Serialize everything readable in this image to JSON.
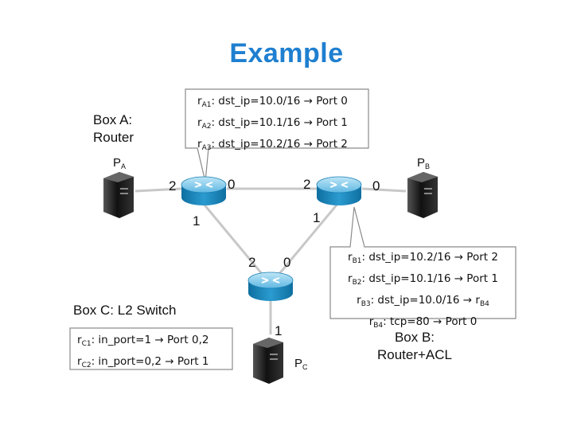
{
  "title": "Example",
  "box_a": {
    "line1": "Box A:",
    "line2": "Router"
  },
  "box_b": {
    "line1": "Box B:",
    "line2": "Router+ACL"
  },
  "box_c": {
    "label": "Box C: L2 Switch"
  },
  "hosts": {
    "pa": {
      "letter": "P",
      "sub": "A"
    },
    "pb": {
      "letter": "P",
      "sub": "B"
    },
    "pc": {
      "letter": "P",
      "sub": "C"
    }
  },
  "ports": {
    "a_left": "2",
    "a_right": "0",
    "a_bottom": "1",
    "b_left": "2",
    "b_right": "0",
    "b_bottom": "1",
    "c_left": "2",
    "c_right": "0",
    "c_bottom": "1"
  },
  "rules_a": [
    {
      "r": "r",
      "sub": "A1",
      "text": ": dst_ip=10.0/16 → Port 0"
    },
    {
      "r": "r",
      "sub": "A2",
      "text": ": dst_ip=10.1/16 → Port 1"
    },
    {
      "r": "r",
      "sub": "A3",
      "text": ": dst_ip=10.2/16 → Port 2"
    }
  ],
  "rules_b": [
    {
      "r": "r",
      "sub": "B1",
      "text": ": dst_ip=10.2/16 → Port 2"
    },
    {
      "r": "r",
      "sub": "B2",
      "text": ": dst_ip=10.1/16 → Port 1"
    },
    {
      "r": "r",
      "sub": "B3",
      "text": ": dst_ip=10.0/16 → r",
      "sub2": "B4"
    },
    {
      "r": "r",
      "sub": "B4",
      "text": ": tcp=80 → Port 0"
    }
  ],
  "rules_c": [
    {
      "r": "r",
      "sub": "C1",
      "text": ": in_port=1 → Port 0,2"
    },
    {
      "r": "r",
      "sub": "C2",
      "text": ": in_port=0,2 → Port 1"
    }
  ],
  "colors": {
    "title": "#1f7fd0",
    "router_body": "#1b8bbf",
    "router_top": "#8fd0ee",
    "server": "#1a1a1a"
  }
}
